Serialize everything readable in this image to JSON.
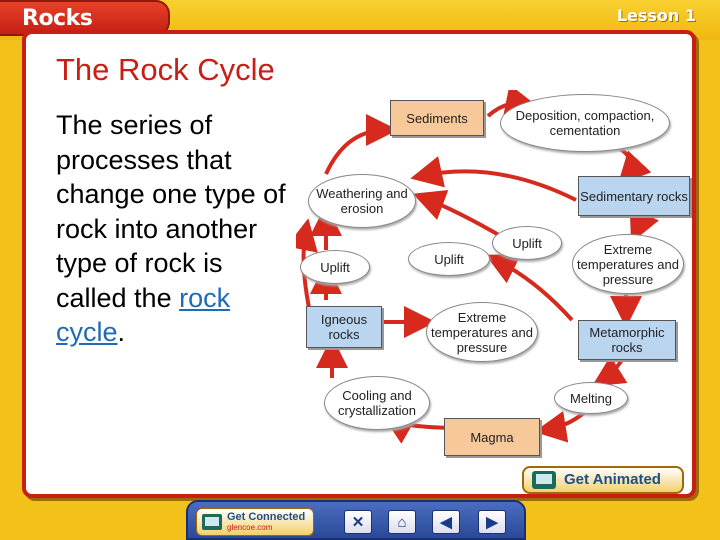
{
  "header": {
    "tab_title": "Rocks",
    "lesson_label": "Lesson 1"
  },
  "slide": {
    "heading": "The Rock Cycle",
    "body_before": "The series of processes that change one type of rock into another type of rock is called the ",
    "body_link": "rock cycle",
    "body_after": "."
  },
  "diagram": {
    "sediments": "Sediments",
    "deposition": "Deposition, compaction, cementation",
    "sedimentary_rocks": "Sedimentary rocks",
    "weathering": "Weathering and erosion",
    "uplift_left": "Uplift",
    "uplift_center": "Uplift",
    "uplift_right": "Uplift",
    "extreme_right": "Extreme temperatures and pressure",
    "igneous_rocks": "Igneous rocks",
    "extreme_center": "Extreme temperatures and pressure",
    "metamorphic_rocks": "Metamorphic rocks",
    "cooling": "Cooling and crystallization",
    "melting": "Melting",
    "magma": "Magma"
  },
  "buttons": {
    "get_animated": "Get Animated",
    "get_connected": "Get Connected",
    "get_connected_url": "glencoe.com",
    "close": "✕",
    "home": "⌂",
    "prev": "◀",
    "next": "▶"
  },
  "colors": {
    "accent_red": "#c81e14",
    "box_orange": "#f7c99a",
    "box_blue": "#b9d5ef",
    "link_blue": "#1f6bb5",
    "frame_yellow": "#f2c21a"
  }
}
